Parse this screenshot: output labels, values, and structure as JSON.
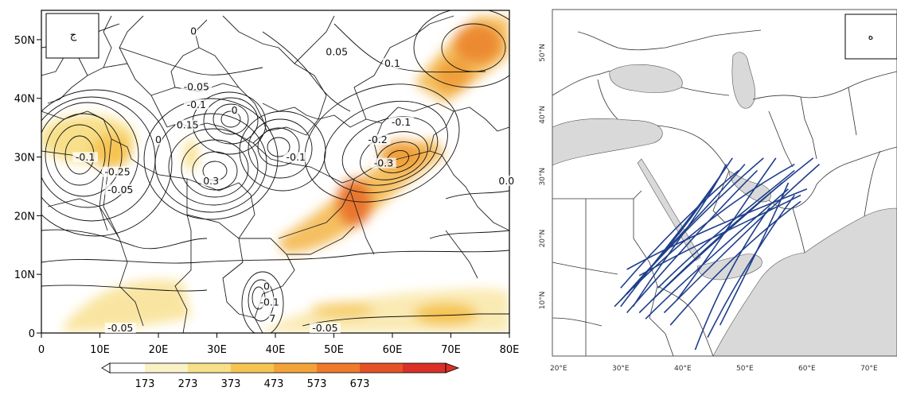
{
  "left_map": {
    "panel_label": "ج",
    "lat_ticks": [
      "0",
      "10N",
      "20N",
      "30N",
      "40N",
      "50N"
    ],
    "lon_ticks": [
      "0",
      "10E",
      "20E",
      "30E",
      "40E",
      "50E",
      "60E",
      "70E",
      "80E"
    ],
    "contour_labels": [
      {
        "text": "0",
        "lon": 26,
        "lat": 51
      },
      {
        "text": "0.05",
        "lon": 50.5,
        "lat": 47.5
      },
      {
        "text": "0.1",
        "lon": 60,
        "lat": 45.5
      },
      {
        "text": "-0.05",
        "lon": 26.5,
        "lat": 41.5
      },
      {
        "text": "-0.1",
        "lon": 26.5,
        "lat": 38.5
      },
      {
        "text": "0",
        "lon": 33,
        "lat": 37.5
      },
      {
        "text": "0",
        "lon": 20,
        "lat": 32.5
      },
      {
        "text": "0.15",
        "lon": 25,
        "lat": 35
      },
      {
        "text": "-0.1",
        "lon": 7.5,
        "lat": 29.5
      },
      {
        "text": "-0.25",
        "lon": 13,
        "lat": 27
      },
      {
        "text": "-0.05",
        "lon": 13.5,
        "lat": 24
      },
      {
        "text": "0.3",
        "lon": 29,
        "lat": 25.5
      },
      {
        "text": "-0.1",
        "lon": 43.5,
        "lat": 29.5
      },
      {
        "text": "-0.1",
        "lon": 61.5,
        "lat": 35.5
      },
      {
        "text": "-0.2",
        "lon": 57.5,
        "lat": 32.5
      },
      {
        "text": "-0.3",
        "lon": 58.5,
        "lat": 28.5
      },
      {
        "text": "0.0",
        "lon": 79.5,
        "lat": 25.5
      },
      {
        "text": "0",
        "lon": 38.5,
        "lat": 7.5
      },
      {
        "text": "-0.1",
        "lon": 39,
        "lat": 4.8
      },
      {
        "text": "7",
        "lon": 39.5,
        "lat": 2
      },
      {
        "text": "-0.05",
        "lon": 13.5,
        "lat": 0.4
      },
      {
        "text": "-0.05",
        "lon": 48.5,
        "lat": 0.4
      }
    ],
    "colorbar": {
      "ticks": [
        "173",
        "273",
        "373",
        "473",
        "573",
        "673"
      ],
      "colors": [
        "#ffffff",
        "#fbf1c6",
        "#f8df89",
        "#f5c452",
        "#f2a43a",
        "#ee7a2b",
        "#e55228",
        "#d93027"
      ]
    }
  },
  "right_map": {
    "panel_label": "ه",
    "lat_ticks": [
      "10°N",
      "20°N",
      "30°N",
      "40°N",
      "50°N"
    ],
    "lon_ticks": [
      "20°E",
      "30°E",
      "40°E",
      "50°E",
      "60°E",
      "70°E"
    ],
    "land_gray": "#d9d9d9",
    "track_color": "#1f3f8a"
  }
}
